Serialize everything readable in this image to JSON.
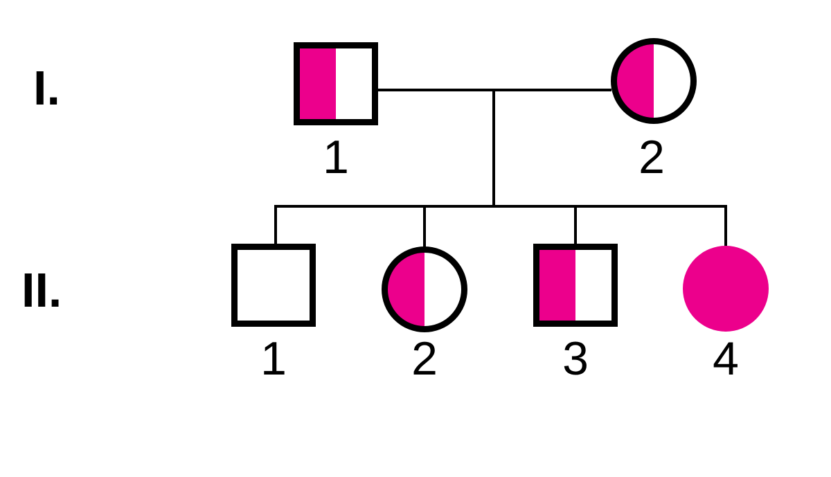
{
  "diagram": {
    "type": "pedigree-chart",
    "colors": {
      "affected_fill": "#EC008C",
      "line": "#000000",
      "background": "#FFFFFF"
    },
    "generations": [
      {
        "label": "I.",
        "individuals": [
          {
            "id": "I-1",
            "label": "1",
            "sex": "male",
            "shape": "square",
            "fill": "half-left",
            "connects": "married-to-I-2"
          },
          {
            "id": "I-2",
            "label": "2",
            "sex": "female",
            "shape": "circle",
            "fill": "half-left",
            "connects": "married-to-I-1"
          }
        ]
      },
      {
        "label": "II.",
        "individuals": [
          {
            "id": "II-1",
            "label": "1",
            "sex": "male",
            "shape": "square",
            "fill": "none",
            "connects": "child-of-I-1-and-I-2"
          },
          {
            "id": "II-2",
            "label": "2",
            "sex": "female",
            "shape": "circle",
            "fill": "half-left",
            "connects": "child-of-I-1-and-I-2"
          },
          {
            "id": "II-3",
            "label": "3",
            "sex": "male",
            "shape": "square",
            "fill": "half-left",
            "connects": "child-of-I-1-and-I-2"
          },
          {
            "id": "II-4",
            "label": "4",
            "sex": "female",
            "shape": "circle",
            "fill": "full",
            "connects": "child-of-I-1-and-I-2"
          }
        ]
      }
    ]
  }
}
